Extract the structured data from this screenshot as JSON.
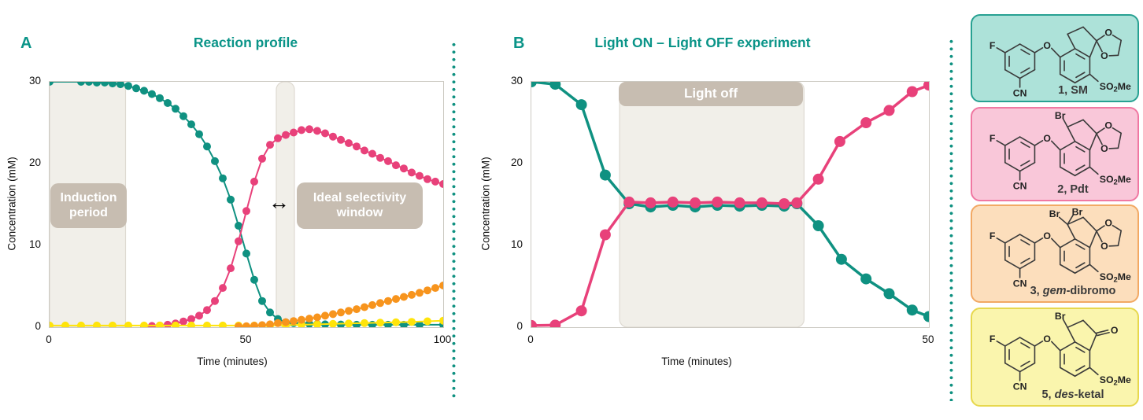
{
  "panel_a": {
    "letter": "A",
    "arrow_glyph": "↔"
  },
  "panel_b": {
    "letter": "B"
  },
  "colors": {
    "accent_teal": "#0a9488",
    "series_teal": "#0f9181",
    "series_pink": "#e8417a",
    "series_orange": "#f7941d",
    "series_yellow": "#ffe40a",
    "annotation_gray": "#c7bdb1",
    "region_fill": "#f1efe9",
    "region_border": "#dedad2",
    "divider_teal": "#0f9181"
  },
  "chart_data": [
    {
      "type": "line",
      "title": "Reaction profile",
      "xlabel": "Time (minutes)",
      "ylabel": "Concentration (mM)",
      "xlim": [
        0,
        100
      ],
      "ylim": [
        0,
        30
      ],
      "xticks": [
        0,
        50,
        100
      ],
      "yticks": [
        30,
        20,
        10,
        0
      ],
      "grid": false,
      "legend_position": "none",
      "marker_radius": 5,
      "line_width": 2,
      "regions": [
        {
          "name": "induction-period",
          "x0": 0,
          "x1": 19.3,
          "rx": 5,
          "label": "Induction period"
        },
        {
          "name": "ideal-selectivity-window",
          "x0": 57.6,
          "x1": 62.2,
          "rx": 10,
          "label": "Ideal selectivity window"
        }
      ],
      "series": [
        {
          "name": "1, SM",
          "color": "#0f9181",
          "x": [
            0,
            8,
            10,
            12,
            14,
            16,
            18,
            20,
            22,
            24,
            26,
            28,
            30,
            32,
            34,
            36,
            38,
            40,
            42,
            44,
            46,
            48,
            50,
            52,
            54,
            56,
            58,
            60,
            62,
            64,
            66,
            68,
            70,
            74,
            78,
            82,
            86,
            90,
            94,
            100
          ],
          "y": [
            30,
            30,
            30,
            29.9,
            29.9,
            29.8,
            29.7,
            29.5,
            29.2,
            28.9,
            28.5,
            28.0,
            27.4,
            26.7,
            25.8,
            24.8,
            23.6,
            22.1,
            20.3,
            18.2,
            15.6,
            12.4,
            9.0,
            5.8,
            3.2,
            1.8,
            1.0,
            0.6,
            0.5,
            0.45,
            0.4,
            0.38,
            0.35,
            0.33,
            0.3,
            0.3,
            0.3,
            0.3,
            0.3,
            0.3
          ]
        },
        {
          "name": "2, Pdt",
          "color": "#e8417a",
          "x": [
            24,
            26,
            28,
            30,
            32,
            34,
            36,
            38,
            40,
            42,
            44,
            46,
            48,
            50,
            52,
            54,
            56,
            58,
            60,
            62,
            64,
            66,
            68,
            70,
            72,
            74,
            76,
            78,
            80,
            82,
            84,
            86,
            88,
            90,
            92,
            94,
            96,
            98,
            100
          ],
          "y": [
            0.1,
            0.15,
            0.2,
            0.3,
            0.45,
            0.7,
            1.0,
            1.4,
            2.1,
            3.2,
            4.8,
            7.2,
            10.5,
            14.2,
            17.8,
            20.6,
            22.3,
            23.1,
            23.5,
            23.8,
            24.1,
            24.2,
            24.0,
            23.7,
            23.3,
            22.9,
            22.5,
            22.1,
            21.6,
            21.2,
            20.7,
            20.3,
            19.8,
            19.4,
            18.9,
            18.5,
            18.1,
            17.8,
            17.5
          ]
        },
        {
          "name": "5, des-ketal",
          "color": "#ffe40a",
          "x": [
            0,
            4,
            8,
            12,
            16,
            20,
            24,
            28,
            32,
            36,
            40,
            44,
            48,
            52,
            56,
            60,
            64,
            68,
            72,
            76,
            80,
            84,
            88,
            92,
            96,
            100
          ],
          "y": [
            0.2,
            0.2,
            0.2,
            0.2,
            0.2,
            0.2,
            0.2,
            0.2,
            0.2,
            0.2,
            0.2,
            0.2,
            0.2,
            0.2,
            0.2,
            0.25,
            0.3,
            0.35,
            0.4,
            0.45,
            0.5,
            0.55,
            0.6,
            0.65,
            0.72,
            0.8
          ]
        },
        {
          "name": "3, gem-dibromo",
          "color": "#f7941d",
          "x": [
            48,
            50,
            52,
            54,
            56,
            58,
            60,
            62,
            64,
            66,
            68,
            70,
            72,
            74,
            76,
            78,
            80,
            82,
            84,
            86,
            88,
            90,
            92,
            94,
            96,
            98,
            100
          ],
          "y": [
            0.1,
            0.12,
            0.18,
            0.25,
            0.35,
            0.5,
            0.62,
            0.75,
            0.9,
            1.05,
            1.2,
            1.4,
            1.6,
            1.8,
            2.0,
            2.2,
            2.45,
            2.7,
            2.95,
            3.2,
            3.45,
            3.7,
            3.95,
            4.2,
            4.5,
            4.8,
            5.1
          ]
        }
      ]
    },
    {
      "type": "line",
      "title": "Light ON – Light OFF experiment",
      "xlabel": "Time (minutes)",
      "ylabel": "Concentration (mM)",
      "xlim": [
        0,
        50
      ],
      "ylim": [
        0,
        30
      ],
      "xticks": [
        0,
        50
      ],
      "yticks": [
        30,
        20,
        10,
        0
      ],
      "grid": false,
      "legend_position": "none",
      "marker_radius": 7,
      "line_width": 3.5,
      "regions": [
        {
          "name": "light-off",
          "x0": 11.1,
          "x1": 34.3,
          "rx": 10,
          "label": "Light off"
        }
      ],
      "series": [
        {
          "name": "1, SM",
          "color": "#0f9181",
          "x": [
            0,
            3,
            6.3,
            9.3,
            12.3,
            15,
            17.8,
            20.6,
            23.4,
            26.2,
            29,
            31.8,
            33.4,
            36.1,
            39,
            42.1,
            45,
            47.9,
            50
          ],
          "y": [
            30,
            29.7,
            27.2,
            18.6,
            15.1,
            14.7,
            14.9,
            14.7,
            14.9,
            14.8,
            14.9,
            14.8,
            15.1,
            12.4,
            8.3,
            5.9,
            4.1,
            2.1,
            1.3
          ]
        },
        {
          "name": "2, Pdt",
          "color": "#e8417a",
          "x": [
            0,
            3,
            6.3,
            9.3,
            12.3,
            15,
            17.8,
            20.6,
            23.4,
            26.2,
            29,
            31.8,
            33.4,
            36.1,
            38.8,
            42.1,
            45,
            47.9,
            50
          ],
          "y": [
            0.2,
            0.25,
            2.0,
            11.3,
            15.3,
            15.2,
            15.3,
            15.2,
            15.3,
            15.2,
            15.2,
            15.1,
            15.2,
            18.1,
            22.7,
            25.0,
            26.5,
            28.8,
            29.6
          ]
        }
      ]
    }
  ],
  "legend": {
    "atoms": {
      "fluorine": "F",
      "nitrile": "CN",
      "oxygen": "O",
      "bromine": "Br",
      "sulfone_prefix": "SO",
      "sulfone_sub": "2",
      "sulfone_suffix": "Me"
    },
    "boxes": [
      {
        "id": "1-sm",
        "label_prefix": "1, ",
        "label_italic": "",
        "label_suffix": "SM",
        "bg": "#ade2d9",
        "border": "#27a192",
        "bromines": 0,
        "ketal": true
      },
      {
        "id": "2-pdt",
        "label_prefix": "2, ",
        "label_italic": "",
        "label_suffix": "Pdt",
        "bg": "#f9c7d9",
        "border": "#f078a2",
        "bromines": 1,
        "ketal": true
      },
      {
        "id": "3-gem-dibromo",
        "label_prefix": "3, ",
        "label_italic": "gem",
        "label_suffix": "-dibromo",
        "bg": "#fcdebc",
        "border": "#f2a964",
        "bromines": 2,
        "ketal": true
      },
      {
        "id": "5-des-ketal",
        "label_prefix": "5, ",
        "label_italic": "des",
        "label_suffix": "-ketal",
        "bg": "#faf5ad",
        "border": "#e7d84e",
        "bromines": 1,
        "ketal": false
      }
    ]
  }
}
